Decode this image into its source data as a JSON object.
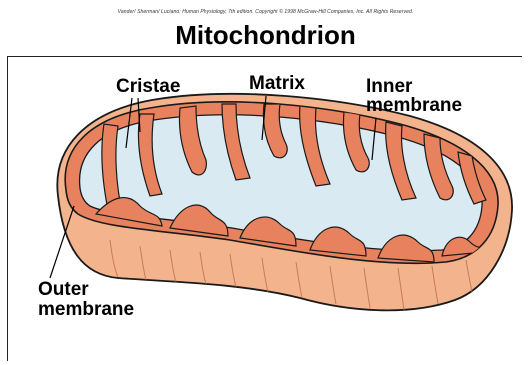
{
  "header": {
    "credit": "Vander/ Sherman/ Luciano: Human Physiology, 7th edition. Copyright © 1998 McGraw-Hill Companies, Inc. All Rights Reserved.",
    "title": "Mitochondrion"
  },
  "labels": {
    "cristae": "Cristae",
    "matrix": "Matrix",
    "inner_line1": "Inner",
    "inner_line2": "membrane",
    "outer_line1": "Outer",
    "outer_line2": "membrane"
  },
  "colors": {
    "outer_body": "#f3b38d",
    "membrane": "#e8825e",
    "matrix": "#d9eaf3",
    "outline": "#1a1a1a"
  }
}
